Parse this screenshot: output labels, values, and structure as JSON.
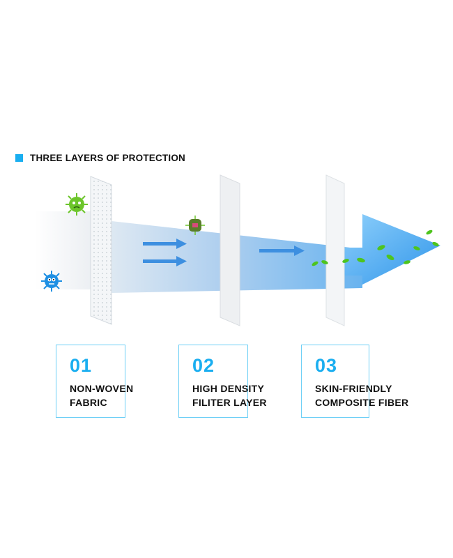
{
  "heading": {
    "title": "THREE LAYERS OF PROTECTION"
  },
  "layers": [
    {
      "number": "01",
      "line1": "NON-WOVEN",
      "line2": "FABRIC"
    },
    {
      "number": "02",
      "line1": "HIGH DENSITY",
      "line2": "FILITER LAYER"
    },
    {
      "number": "03",
      "line1": "SKIN-FRIENDLY",
      "line2": "COMPOSITE FIBER"
    }
  ],
  "colors": {
    "accent": "#19aef0",
    "card_border": "#6ccff6",
    "flow_light": "#c9dcef",
    "flow_blue": "#5aa8e8",
    "arrow_blue": "#3d8fe0",
    "leaf_green": "#4ec41e"
  },
  "icons": [
    "green-virus-icon",
    "blue-virus-icon",
    "gray-virus-icon",
    "leaf-icon"
  ]
}
